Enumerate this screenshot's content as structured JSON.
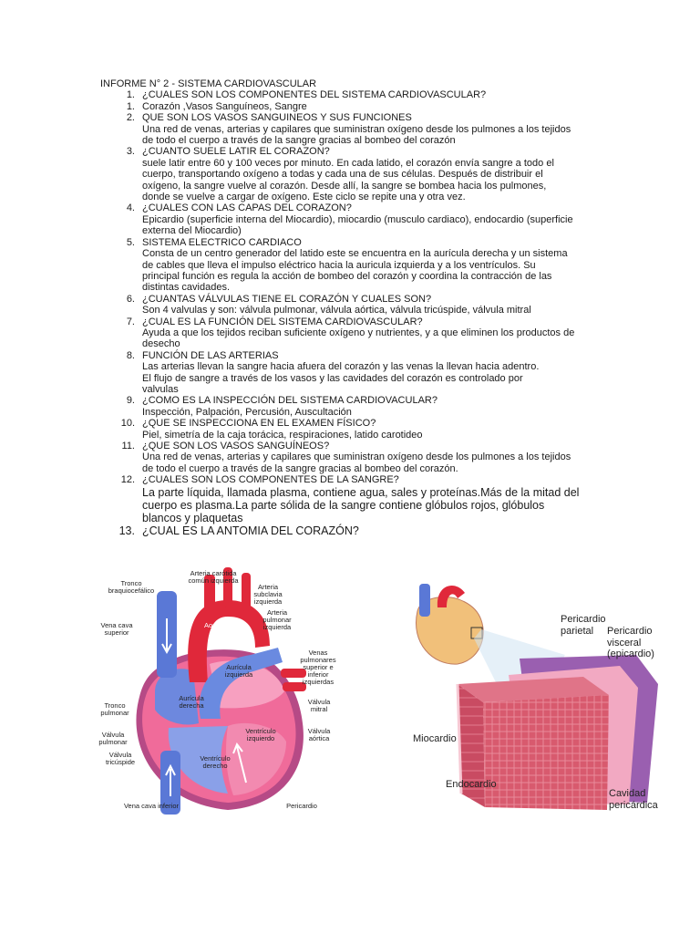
{
  "title": "INFORME N° 2 - SISTEMA CARDIOVASCULAR",
  "items": [
    {
      "n": "1.",
      "q": "¿CUALES SON LOS COMPONENTES DEL SISTEMA CARDIOVASCULAR?",
      "a": []
    },
    {
      "n": "1.",
      "q": "Corazón ,Vasos Sanguíneos, Sangre",
      "a": []
    },
    {
      "n": "2.",
      "q": "QUE SON LOS VASOS SANGUINEOS Y SUS FUNCIONES",
      "a": [
        "Una red de venas, arterias y capilares que suministran oxígeno desde los pulmones a los tejidos",
        "de todo el cuerpo a través de la sangre gracias al bombeo del corazón"
      ]
    },
    {
      "n": "3.",
      "q": "¿CUANTO SUELE LATIR EL CORAZON?",
      "a": [
        "suele latir entre 60 y 100 veces por minuto. En cada latido, el corazón envía sangre a todo el",
        "cuerpo, transportando oxígeno a todas y cada una de sus células. Después de distribuir el",
        "oxígeno, la sangre vuelve al corazón. Desde allí, la sangre se bombea hacia los pulmones,",
        "donde se vuelve a cargar de oxígeno. Este ciclo se repite una y otra vez."
      ]
    },
    {
      "n": "4.",
      "q": "¿CUALES CON LAS CAPAS DEL CORAZON?",
      "a": [
        "Epicardio (superficie interna del Miocardio), miocardio (musculo cardiaco), endocardio (superficie",
        "externa del Miocardio)"
      ]
    },
    {
      "n": "5.",
      "q": "SISTEMA ELECTRICO CARDIACO",
      "a": [
        "Consta de un centro generador del latido este se encuentra en la aurícula derecha y un sistema",
        "de cables que lleva el impulso eléctrico hacia la auricula izquierda y a los ventrículos. Su",
        "principal función es regula la acción de bombeo del corazón y coordina la contracción de las",
        "distintas cavidades."
      ]
    },
    {
      "n": "6.",
      "q": "¿CUANTAS VÁLVULAS TIENE EL CORAZÓN Y CUALES SON?",
      "a": [
        "Son 4 valvulas y son: válvula pulmonar, válvula aórtica, válvula tricúspide, válvula mitral"
      ]
    },
    {
      "n": "7.",
      "q": "¿CUAL ES LA FUNCIÓN DEL SISTEMA CARDIOVASCULAR?",
      "a": [
        "Ayuda a que los tejidos reciban suficiente oxígeno y nutrientes, y a que eliminen los productos de",
        "desecho"
      ]
    },
    {
      "n": "8.",
      "q": "FUNCIÓN DE LAS ARTERIAS",
      "a": [
        "Las arterias llevan la sangre hacia afuera del corazón y las venas la llevan hacia adentro.",
        "El flujo de sangre a través de los vasos y las cavidades del corazón es controlado por",
        "valvulas"
      ]
    },
    {
      "n": "9.",
      "q": "¿COMO ES LA INSPECCIÓN DEL SISTEMA CARDIOVACULAR?",
      "a": [
        "Inspección, Palpación, Percusión, Auscultación"
      ]
    },
    {
      "n": "10.",
      "q": "¿QUE SE INSPECCIONA EN EL EXAMEN FÍSICO?",
      "a": [
        "Piel, simetría de la caja torácica, respiraciones, latido carotideo"
      ]
    },
    {
      "n": "11.",
      "q": "¿QUE SON LOS VASOS SANGUÍNEOS?",
      "a": [
        "Una red de venas, arterias y capilares que suministran oxígeno desde los pulmones a los tejidos",
        "de todo el cuerpo a través de la sangre gracias al bombeo del corazón."
      ]
    },
    {
      "n": "12.",
      "q": "¿CUALES SON LOS COMPONENTES DE LA SANGRE?",
      "a": []
    }
  ],
  "item12_answer": [
    "La parte líquida, llamada plasma, contiene agua, sales y proteínas.Más de la mitad del",
    "cuerpo es plasma.La parte sólida de la sangre contiene glóbulos rojos, glóbulos",
    "blancos y plaquetas"
  ],
  "item13": {
    "n": "13.",
    "q": "¿CUAL ES LA ANTOMIA DEL CORAZÓN?"
  },
  "heart_labels": {
    "tronco": "Tronco braquiocefálico",
    "carotida": "Arteria carótida común izquierda",
    "subclavia": "Arteria subclavia izquierda",
    "cava_sup": "Vena cava superior",
    "aorta": "Aorta",
    "pulm_izq": "Arteria pulmonar izquierda",
    "venas_pulm": "Venas pulmonares superior e inferior izquierdas",
    "aur_izq": "Aurícula izquierda",
    "aur_der": "Aurícula derecha",
    "tronco_pulm": "Tronco pulmonar",
    "v_mitral": "Válvula mitral",
    "v_pulmonar": "Válvula pulmonar",
    "v_aortica": "Válvula aórtica",
    "v_tricuspide": "Válvula tricúspide",
    "vent_izq": "Ventrículo izquierdo",
    "vent_der": "Ventrículo derecho",
    "cava_inf": "Vena cava inferior",
    "pericardio": "Pericardio"
  },
  "layer_labels": {
    "parietal": "Pericardio parietal",
    "visceral": "Pericardio visceral (epicardio)",
    "miocardio": "Miocardio",
    "endocardio": "Endocardio",
    "cavidad": "Cavidad pericárdica"
  },
  "colors": {
    "artery": "#e0283a",
    "vein": "#5a78d6",
    "muscle": "#f06b9a",
    "myocardium": "#d85a6e",
    "epicardium": "#9a5fb0"
  }
}
